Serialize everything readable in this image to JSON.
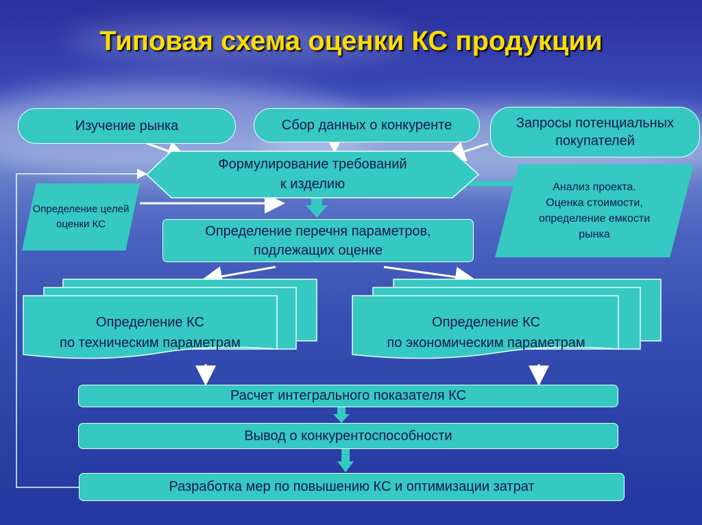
{
  "title": "Типовая схема оценки КС продукции",
  "nodes": {
    "market": "Изучение рынка",
    "competitor": "Сбор данных о конкуренте",
    "requests_l1": "Запросы потенциальных",
    "requests_l2": "покупателей",
    "formulate_l1": "Формулирование требований",
    "formulate_l2": "к изделию",
    "goals_l1": "Определение целей",
    "goals_l2": "оценки КС",
    "analysis_l1": "Анализ проекта.",
    "analysis_l2": "Оценка стоимости,",
    "analysis_l3": "определение емкости",
    "analysis_l4": "рынка",
    "params_l1": "Определение перечня параметров,",
    "params_l2": "подлежащих оценке",
    "tech_l1": "Определение КС",
    "tech_l2": "по техническим параметрам",
    "econ_l1": "Определение КС",
    "econ_l2": "по экономическим параметрам",
    "integral": "Расчет интегрального показателя КС",
    "conclusion": "Вывод о конкурентоспособности",
    "measures": "Разработка мер по повышению КС и оптимизации затрат"
  },
  "colors": {
    "box_fill": "#35c9c1",
    "box_border": "#e8ffff",
    "title": "#ffdd00",
    "text": "#17174a"
  }
}
